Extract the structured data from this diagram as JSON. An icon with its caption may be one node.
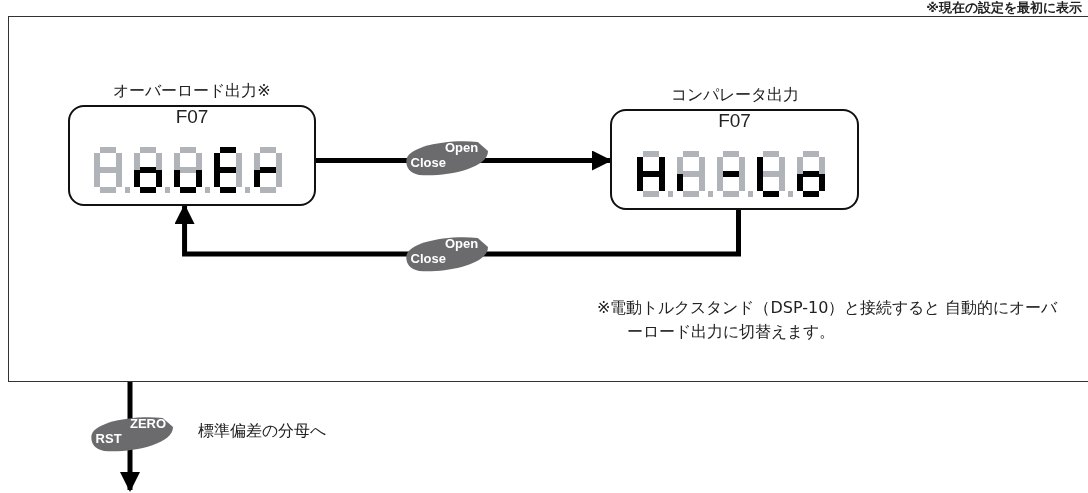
{
  "diagram": {
    "nodes": [
      {
        "text": [],
        "shape": "box"
      },
      {
        "text": [
          "オーバーロード出力※",
          "F07"
        ],
        "in": 0
      },
      {
        "text": [
          "コンパレータ出力",
          "F07"
        ],
        "in": 0
      }
    ],
    "edges": [
      {
        "from": 1,
        "to": 2,
        "arrow": "to"
      },
      {
        "from": 2,
        "to": 1,
        "arrow": "to"
      },
      {
        "from": 0,
        "to": null,
        "arrow": "to",
        "label": "標準偏差の分母へ"
      }
    ],
    "labels": [
      "※現在の設定を最初に表示",
      "Open",
      "Close",
      "Open",
      "Close",
      "※電動トルクスタンド（DSP-10）と接続すると 自動的にオーバーロード出力に切替えます。",
      "ZERO",
      "RST"
    ]
  }
}
